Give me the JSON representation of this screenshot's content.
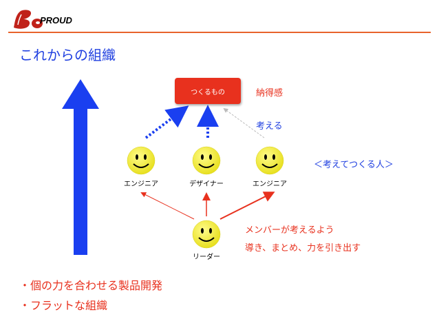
{
  "header": {
    "logo_text": "PROUD"
  },
  "page_title": "これからの組織",
  "diagram": {
    "product_label": "つくるもの",
    "satisfaction_label": "納得感",
    "think_label": "考える",
    "concept_label": "＜考えてつくる人＞",
    "roles": {
      "left": "エンジニア",
      "center": "デザイナー",
      "right": "エンジニア",
      "leader": "リーダー"
    },
    "leader_note_line1": "メンバーが考えるよう",
    "leader_note_line2": "導き、まとめ、力を引き出す"
  },
  "bullets": [
    "・個の力を合わせる製品開発",
    "・フラットな組織"
  ],
  "colors": {
    "accent_red": "#e8311e",
    "accent_blue": "#1f3fe0",
    "arrow_blue": "#1a3ff0",
    "rule_orange": "#e8632b",
    "smiley_yellow": "#f4f03a"
  },
  "icons": [
    "be-logo-icon",
    "smiley-face-icon",
    "up-arrow-icon"
  ]
}
